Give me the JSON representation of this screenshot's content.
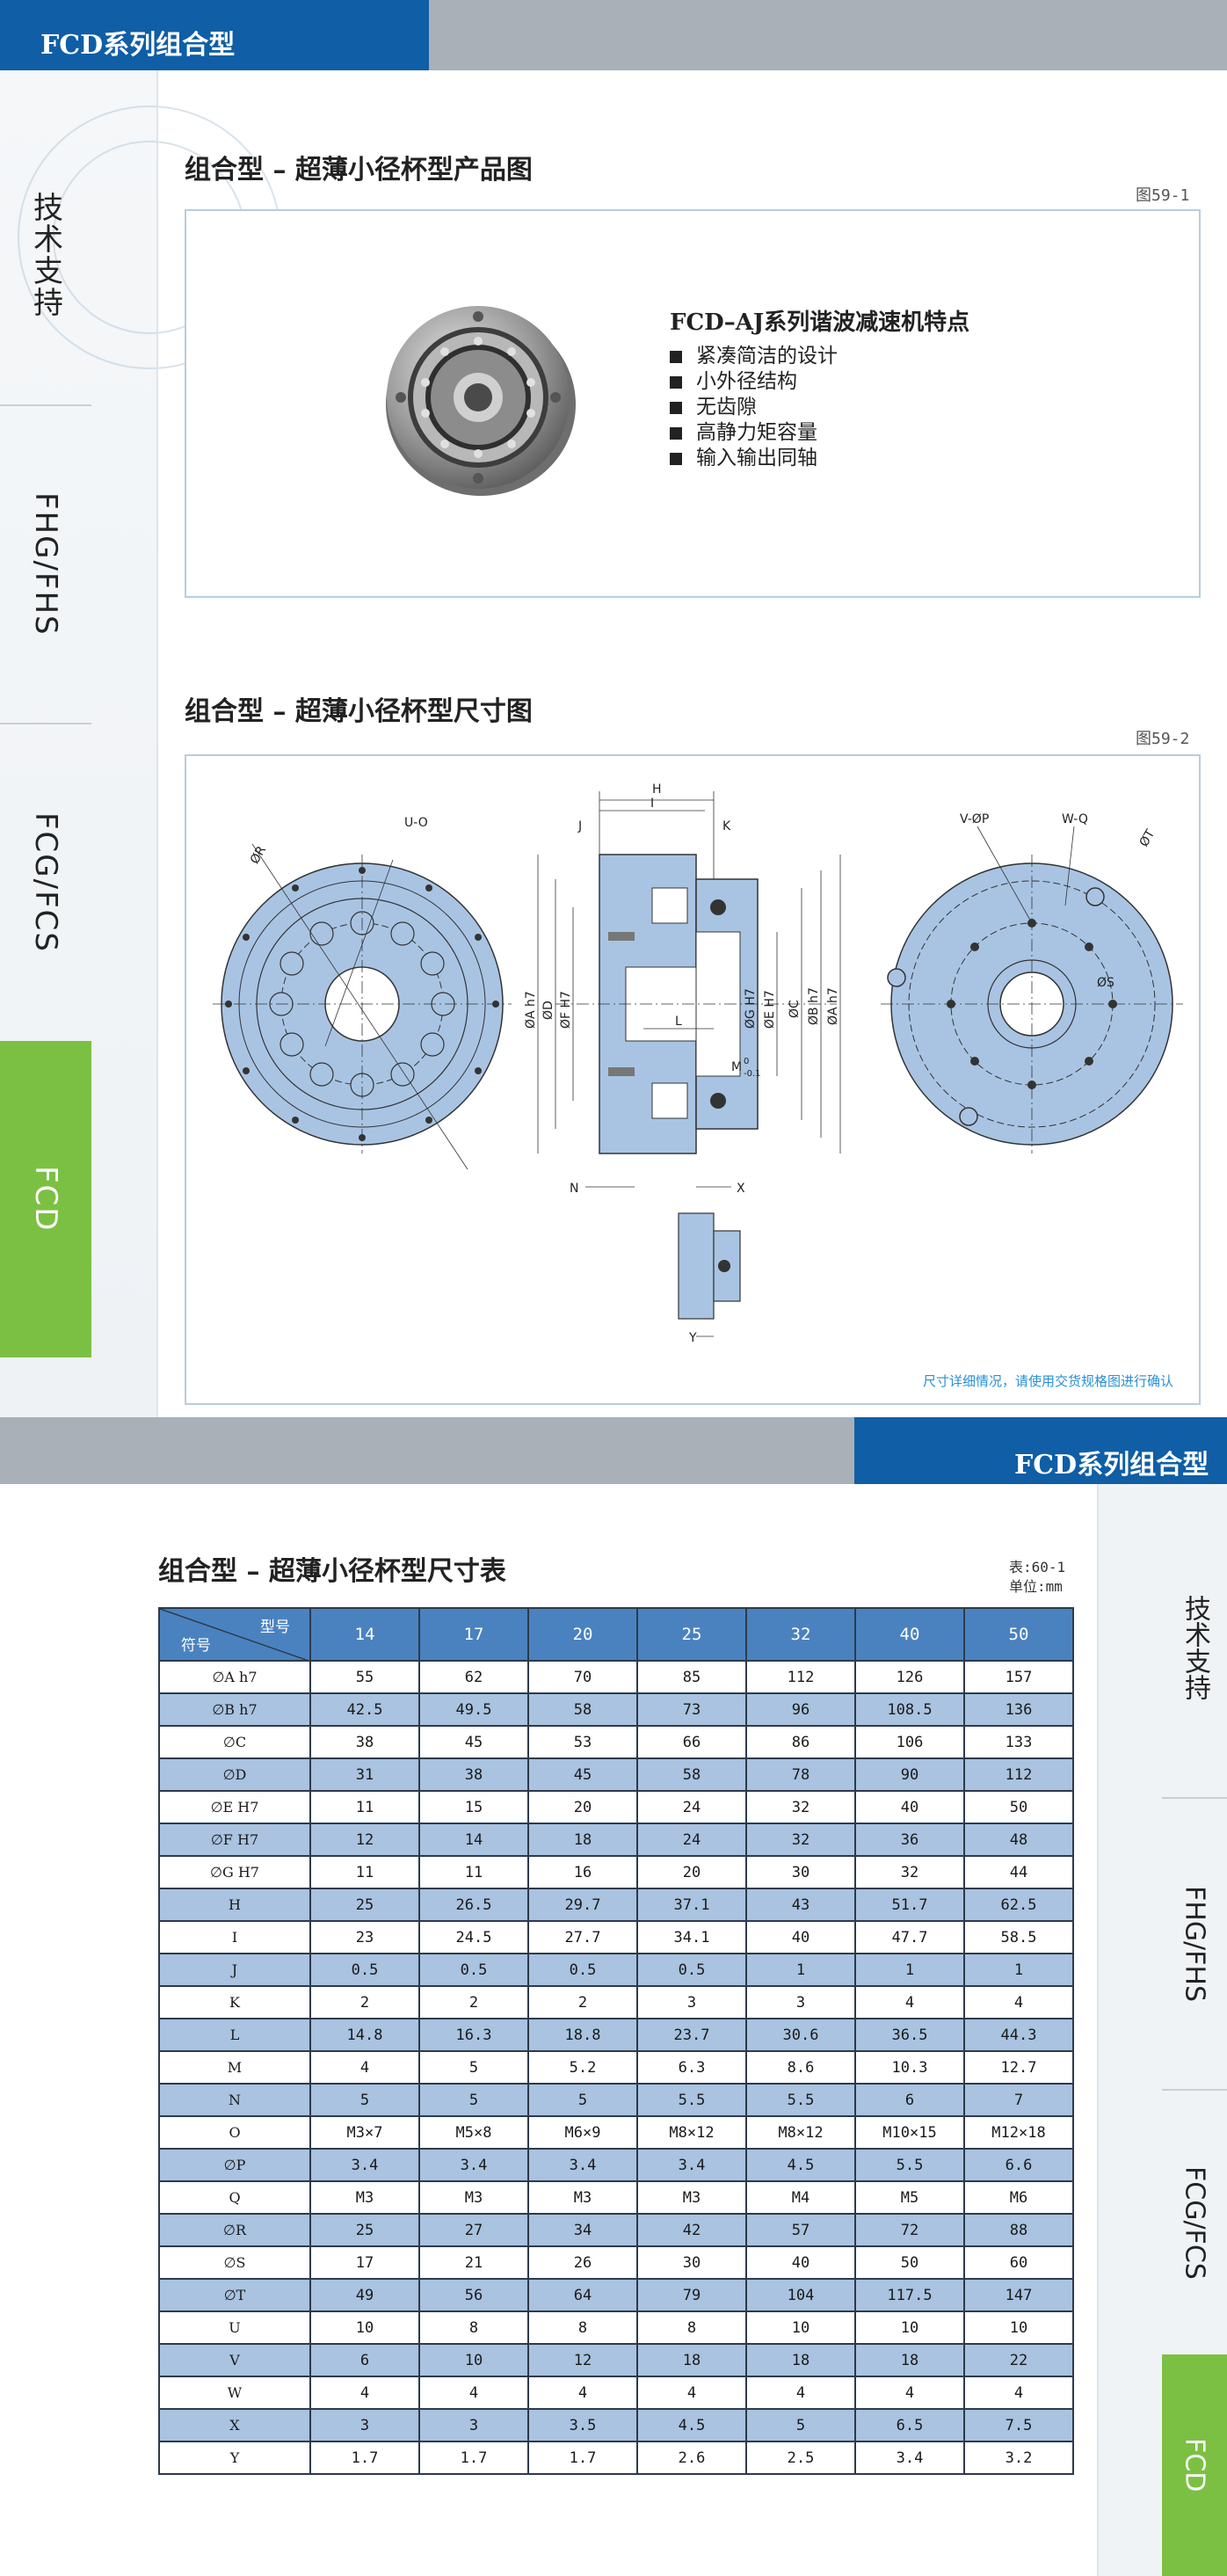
{
  "page1": {
    "header_title": "FCD系列组合型",
    "sidebar_tabs": [
      "技术支持",
      "FHG/FHS",
      "FCG/FCS",
      "FCD"
    ],
    "product_section": {
      "title": "组合型 – 超薄小径杯型产品图",
      "figure_label": "图59-1",
      "features_title": "FCD–AJ系列谐波减速机特点",
      "features": [
        "紧凑简洁的设计",
        "小外径结构",
        "无齿隙",
        "高静力矩容量",
        "输入输出同轴"
      ]
    },
    "dimension_section": {
      "title": "组合型 – 超薄小径杯型尺寸图",
      "figure_label": "图59-2",
      "labels": {
        "R": "ØR",
        "UO": "U-O",
        "H": "H",
        "I": "I",
        "J": "J",
        "K": "K",
        "Ah7": "ØA h7",
        "D": "ØD",
        "FH7": "ØF H7",
        "GH7": "ØG H7",
        "EH7": "ØE H7",
        "C": "ØC",
        "Bh7": "ØB h7",
        "Ah7b": "ØA h7",
        "L": "L",
        "M": "M",
        "Mtol": "0",
        "Mtol2": "-0.1",
        "N": "N",
        "X": "X",
        "Y": "Y",
        "VP": "V-ØP",
        "WQ": "W-Q",
        "T": "ØT",
        "S": "ØS"
      },
      "note": "尺寸详细情况，请使用交货规格图进行确认"
    }
  },
  "page2": {
    "header_title": "FCD系列组合型",
    "sidebar_tabs": [
      "技术支持",
      "FHG/FHS",
      "FCG/FCS",
      "FCD"
    ],
    "table_title": "组合型 – 超薄小径杯型尺寸表",
    "table_number": "表:60-1",
    "table_unit": "单位:mm",
    "corner_top": "型号",
    "corner_bottom": "符号",
    "models": [
      "14",
      "17",
      "20",
      "25",
      "32",
      "40",
      "50"
    ],
    "rows": [
      {
        "symbol": "∅A h7",
        "values": [
          "55",
          "62",
          "70",
          "85",
          "112",
          "126",
          "157"
        ]
      },
      {
        "symbol": "∅B h7",
        "values": [
          "42.5",
          "49.5",
          "58",
          "73",
          "96",
          "108.5",
          "136"
        ]
      },
      {
        "symbol": "∅C",
        "values": [
          "38",
          "45",
          "53",
          "66",
          "86",
          "106",
          "133"
        ]
      },
      {
        "symbol": "∅D",
        "values": [
          "31",
          "38",
          "45",
          "58",
          "78",
          "90",
          "112"
        ]
      },
      {
        "symbol": "∅E H7",
        "values": [
          "11",
          "15",
          "20",
          "24",
          "32",
          "40",
          "50"
        ]
      },
      {
        "symbol": "∅F H7",
        "values": [
          "12",
          "14",
          "18",
          "24",
          "32",
          "36",
          "48"
        ]
      },
      {
        "symbol": "∅G H7",
        "values": [
          "11",
          "11",
          "16",
          "20",
          "30",
          "32",
          "44"
        ]
      },
      {
        "symbol": "H",
        "values": [
          "25",
          "26.5",
          "29.7",
          "37.1",
          "43",
          "51.7",
          "62.5"
        ]
      },
      {
        "symbol": "I",
        "values": [
          "23",
          "24.5",
          "27.7",
          "34.1",
          "40",
          "47.7",
          "58.5"
        ]
      },
      {
        "symbol": "J",
        "values": [
          "0.5",
          "0.5",
          "0.5",
          "0.5",
          "1",
          "1",
          "1"
        ]
      },
      {
        "symbol": "K",
        "values": [
          "2",
          "2",
          "2",
          "3",
          "3",
          "4",
          "4"
        ]
      },
      {
        "symbol": "L",
        "values": [
          "14.8",
          "16.3",
          "18.8",
          "23.7",
          "30.6",
          "36.5",
          "44.3"
        ]
      },
      {
        "symbol": "M",
        "values": [
          "4",
          "5",
          "5.2",
          "6.3",
          "8.6",
          "10.3",
          "12.7"
        ]
      },
      {
        "symbol": "N",
        "values": [
          "5",
          "5",
          "5",
          "5.5",
          "5.5",
          "6",
          "7"
        ]
      },
      {
        "symbol": "O",
        "values": [
          "M3×7",
          "M5×8",
          "M6×9",
          "M8×12",
          "M8×12",
          "M10×15",
          "M12×18"
        ]
      },
      {
        "symbol": "∅P",
        "values": [
          "3.4",
          "3.4",
          "3.4",
          "3.4",
          "4.5",
          "5.5",
          "6.6"
        ]
      },
      {
        "symbol": "Q",
        "values": [
          "M3",
          "M3",
          "M3",
          "M3",
          "M4",
          "M5",
          "M6"
        ]
      },
      {
        "symbol": "∅R",
        "values": [
          "25",
          "27",
          "34",
          "42",
          "57",
          "72",
          "88"
        ]
      },
      {
        "symbol": "∅S",
        "values": [
          "17",
          "21",
          "26",
          "30",
          "40",
          "50",
          "60"
        ]
      },
      {
        "symbol": "∅T",
        "values": [
          "49",
          "56",
          "64",
          "79",
          "104",
          "117.5",
          "147"
        ]
      },
      {
        "symbol": "U",
        "values": [
          "10",
          "8",
          "8",
          "8",
          "10",
          "10",
          "10"
        ]
      },
      {
        "symbol": "V",
        "values": [
          "6",
          "10",
          "12",
          "18",
          "18",
          "18",
          "22"
        ]
      },
      {
        "symbol": "W",
        "values": [
          "4",
          "4",
          "4",
          "4",
          "4",
          "4",
          "4"
        ]
      },
      {
        "symbol": "X",
        "values": [
          "3",
          "3",
          "3.5",
          "4.5",
          "5",
          "6.5",
          "7.5"
        ]
      },
      {
        "symbol": "Y",
        "values": [
          "1.7",
          "1.7",
          "1.7",
          "2.6",
          "2.5",
          "3.4",
          "3.2"
        ]
      }
    ]
  },
  "colors": {
    "header_blue": "#0f5ea6",
    "header_gray": "#a9b0b7",
    "active_tab_green": "#7bc043",
    "table_head_blue": "#4a82c0",
    "table_row_blue": "#a9c3e0",
    "drawing_fill": "#a9c4e3",
    "frame_border": "#b7cde0",
    "note_blue": "#2a8fd6"
  },
  "icons": {
    "product_photo": "harmonic-reducer-photo",
    "feature_bullet": "square-bullet-icon"
  }
}
